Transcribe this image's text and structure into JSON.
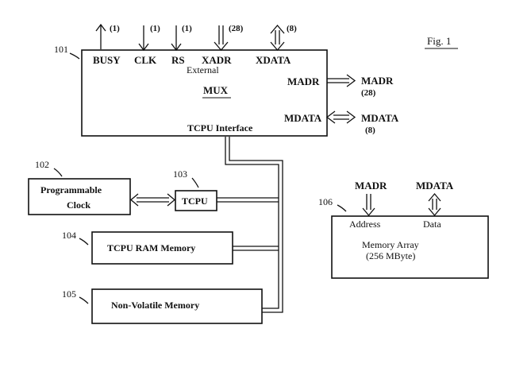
{
  "figure_label": "Fig. 1",
  "refs": {
    "r101": "101",
    "r102": "102",
    "r103": "103",
    "r104": "104",
    "r105": "105",
    "r106": "106"
  },
  "interface_block": {
    "signals": [
      "BUSY",
      "CLK",
      "RS",
      "XADR",
      "XDATA"
    ],
    "widths": [
      "(1)",
      "(1)",
      "(1)",
      "(28)",
      "(8)"
    ],
    "external": "External",
    "mux": "MUX",
    "madr_port": "MADR",
    "mdata_port": "MDATA",
    "title": "TCPU Interface"
  },
  "outputs": {
    "madr": "MADR",
    "madr_width": "(28)",
    "mdata": "MDATA",
    "mdata_width": "(8)"
  },
  "clock_block": {
    "line1": "Programmable",
    "line2": "Clock"
  },
  "tcpu_block": {
    "label": "TCPU"
  },
  "ram_block": {
    "label": "TCPU RAM Memory"
  },
  "nvm_block": {
    "label": "Non-Volatile Memory"
  },
  "memory_array": {
    "madr_in": "MADR",
    "mdata_in": "MDATA",
    "address_port": "Address",
    "data_port": "Data",
    "line1": "Memory Array",
    "line2": "(256 MByte)"
  }
}
